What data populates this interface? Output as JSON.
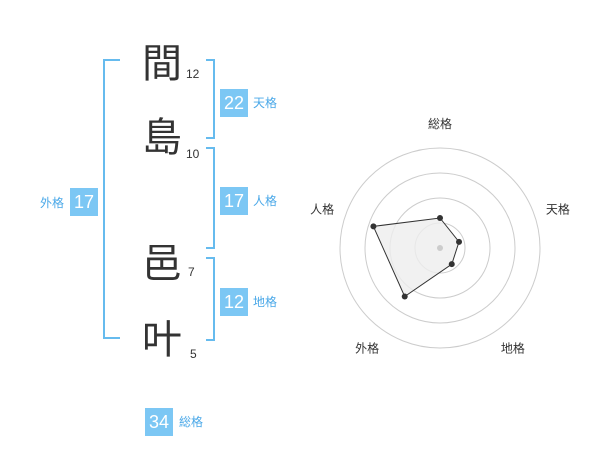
{
  "name": [
    {
      "char": "間",
      "strokes": "12"
    },
    {
      "char": "島",
      "strokes": "10"
    },
    {
      "char": "邑",
      "strokes": "7"
    },
    {
      "char": "叶",
      "strokes": "5"
    }
  ],
  "kaku": {
    "tenkaku": {
      "value": "22",
      "label": "天格"
    },
    "jinkaku": {
      "value": "17",
      "label": "人格"
    },
    "chikaku": {
      "value": "12",
      "label": "地格"
    },
    "gaikaku": {
      "value": "17",
      "label": "外格"
    },
    "soukaku": {
      "value": "34",
      "label": "総格"
    }
  },
  "chart_data": {
    "type": "radar",
    "axes": [
      "総格",
      "天格",
      "地格",
      "外格",
      "人格"
    ],
    "values": [
      0.3,
      0.2,
      0.2,
      0.6,
      0.7
    ],
    "range": [
      0,
      1
    ],
    "rings": 4,
    "colors": {
      "fill": "#eeeeee",
      "stroke": "#333333",
      "grid": "#cccccc",
      "center": "#cccccc"
    }
  },
  "colors": {
    "accent": "#7cc7f4",
    "bracket": "#66bbee",
    "label": "#4aa8e8",
    "text": "#333333"
  }
}
